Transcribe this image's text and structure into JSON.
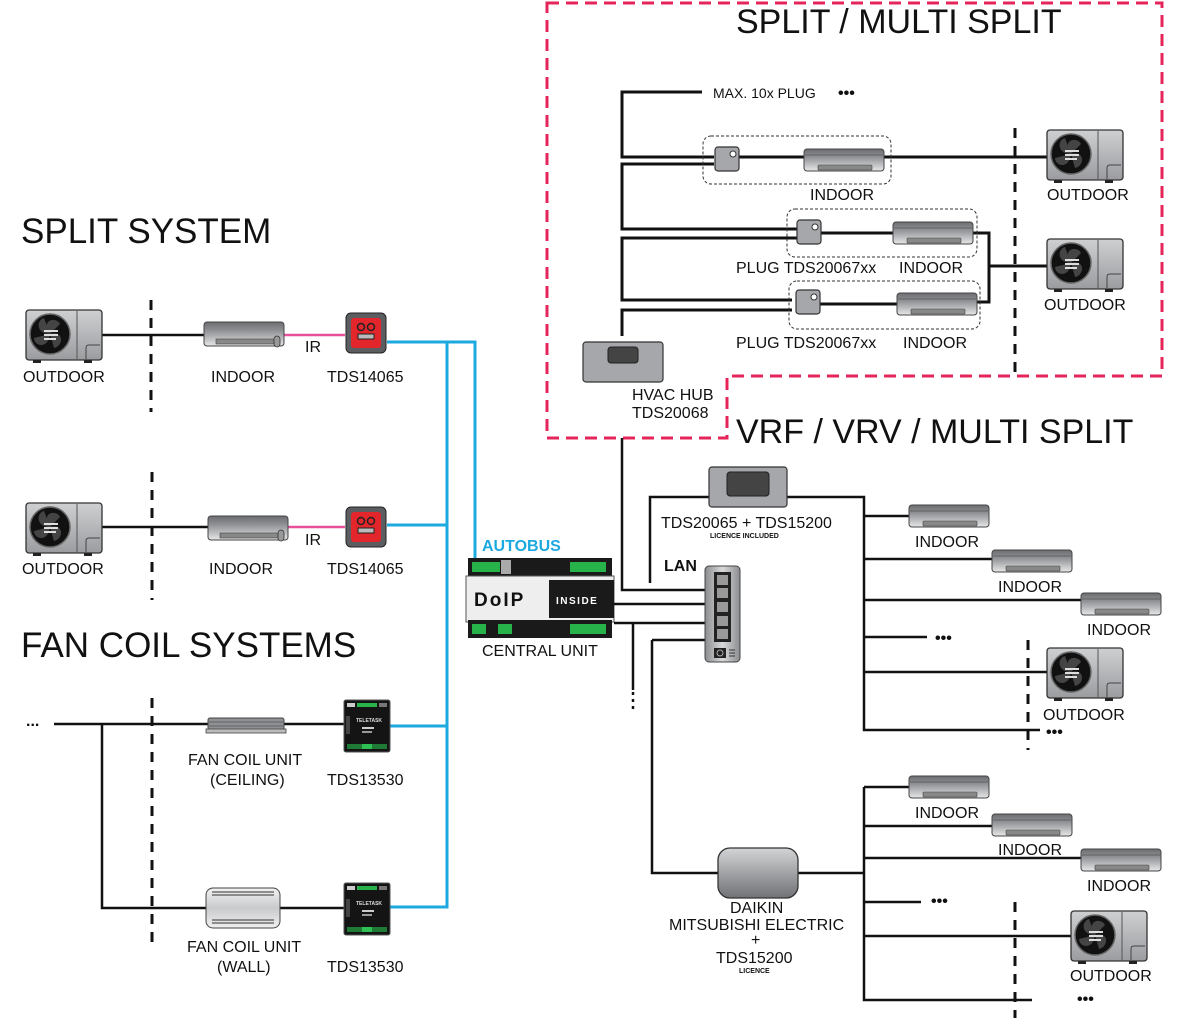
{
  "sections": {
    "split_system": "SPLIT SYSTEM",
    "fan_coil_systems": "FAN COIL SYSTEMS",
    "split_multi_split": "SPLIT / MULTI SPLIT",
    "vrf_vrv_multi_split": "VRF / VRV / MULTI SPLIT"
  },
  "split_system": {
    "rows": [
      {
        "outdoor": "OUTDOOR",
        "indoor": "INDOOR",
        "link": "IR",
        "controller": "TDS14065"
      },
      {
        "outdoor": "OUTDOOR",
        "indoor": "INDOOR",
        "link": "IR",
        "controller": "TDS14065"
      }
    ]
  },
  "fan_coil": {
    "ellipsis": "...",
    "rows": [
      {
        "unit_line1": "FAN COIL UNIT",
        "unit_line2": "(CEILING)",
        "controller": "TDS13530",
        "brand": "TELETASK"
      },
      {
        "unit_line1": "FAN COIL UNIT",
        "unit_line2": "(WALL)",
        "controller": "TDS13530",
        "brand": "TELETASK"
      }
    ]
  },
  "central": {
    "bus_label": "AUTOBUS",
    "logo_left": "DoIP",
    "logo_right": "INSIDE",
    "label": "CENTRAL UNIT",
    "lan_label": "LAN"
  },
  "multi_split": {
    "max_label": "MAX. 10x PLUG",
    "ellipsis": "•••",
    "indoor_1": "INDOOR",
    "outdoor_1": "OUTDOOR",
    "plug_2": "PLUG TDS20067xx",
    "indoor_2": "INDOOR",
    "plug_3": "PLUG TDS20067xx",
    "indoor_3": "INDOOR",
    "outdoor_2": "OUTDOOR",
    "hub_line1": "HVAC HUB",
    "hub_line2": "TDS20068"
  },
  "vrf": {
    "gateway_label": "TDS20065 + TDS15200",
    "gateway_sub": "LICENCE INCLUDED",
    "indoors": [
      "INDOOR",
      "INDOOR",
      "INDOOR"
    ],
    "ellipsis": "•••",
    "outdoor": "OUTDOOR",
    "gateway2_line1": "DAIKIN",
    "gateway2_line2": "MITSUBISHI ELECTRIC",
    "gateway2_line3": "+",
    "gateway2_line4": "TDS15200",
    "gateway2_sub": "LICENCE",
    "indoors2": [
      "INDOOR",
      "INDOOR",
      "INDOOR"
    ],
    "outdoor2": "OUTDOOR"
  },
  "colors": {
    "autobus": "#1ca9e0",
    "ir_link": "#e8509a",
    "zone_border": "#e5245a",
    "controller_red": "#e3262b"
  }
}
